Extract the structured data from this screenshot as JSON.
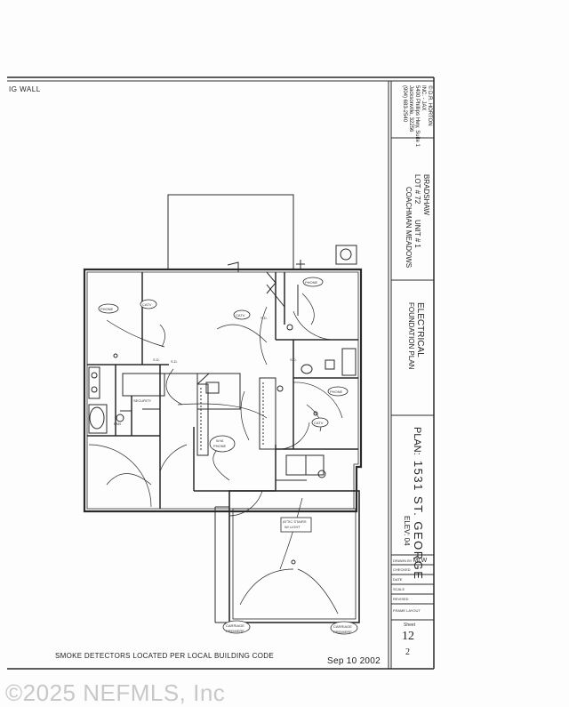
{
  "sheet": {
    "top_note": "IG WALL",
    "smoke_note": "SMOKE DETECTORS LOCATED PER LOCAL BUILDING CODE",
    "date": "Sep 10 2002",
    "watermark": "©2025 NEFMLS, Inc"
  },
  "title_block": {
    "firm_name": "© D.R. HORTON",
    "firm_sub": "INC. - JAX",
    "firm_address": "5400 Phillips Hwy, Suite 1",
    "firm_city": "Jacksonville, 32256",
    "firm_phone": "(904) 683-2540",
    "client": "BRADSHAW",
    "lot": "LOT # 72",
    "unit": "UNIT # 1",
    "subdivision": "COACHMAN MEADOWS",
    "sheet_title_1": "FOUNDATION PLAN",
    "sheet_title_2": "ELECTRICAL",
    "plan_label": "PLAN:",
    "plan_name": "1531 ST. GEORGE",
    "elev_label": "ELEV:",
    "elev_value": "04",
    "drawn_by_label": "DRAWN BY",
    "drawn_by": "MLW",
    "checked_label": "CHECKED",
    "date_label": "DATE",
    "scale_label": "SCALE",
    "revised_label": "REVISED",
    "frame_label": "FRAME LAYOUT",
    "sheet_label": "Sheet",
    "sheet_num": "12",
    "sheet_of": "2"
  },
  "plan_labels": {
    "phone_1": "PHONE",
    "catv_1": "CATV",
    "phone_2": "PHONE",
    "catv_2": "CATV",
    "phone_3": "PHONE",
    "catv_3": "CATV",
    "wm_phone_1": "W.M.",
    "wm_phone_2": "PHONE",
    "security": "SECURITY",
    "fan": "FAN",
    "sd_1": "S.D.",
    "sd_2": "S.D.",
    "sd_3": "S.D.",
    "sd_4": "S.D.",
    "attic_1": "ATTIC STAIRS",
    "attic_2": "W/ LIGHT",
    "carriage_1a": "CARRIAGE",
    "carriage_1b": "PREMIERE",
    "carriage_2a": "CARRIAGE",
    "carriage_2b": "PREMIERE"
  },
  "colors": {
    "line": "#2a2a2a",
    "paper": "#fdfdfd",
    "watermark": "#c8c8c8"
  }
}
